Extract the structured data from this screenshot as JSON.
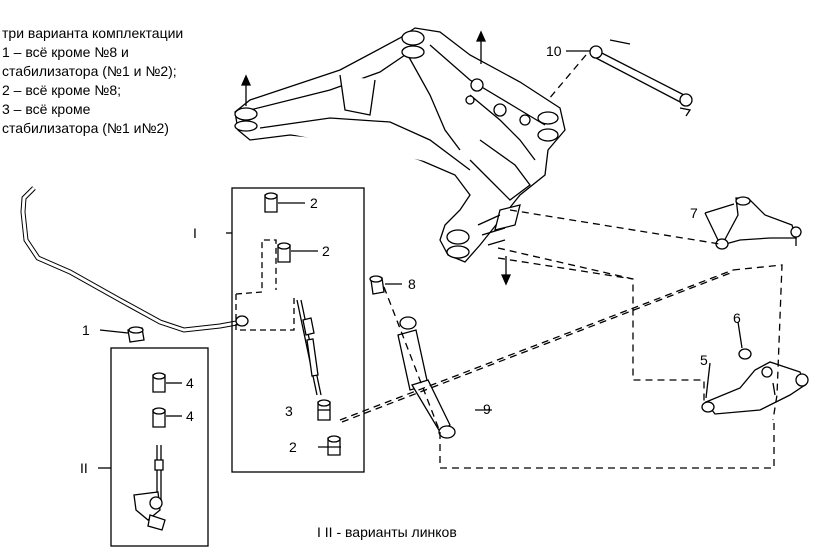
{
  "legend": {
    "lines": [
      "три варианта комплектации",
      "1 – всё кроме №8 и",
      "стабилизатора (№1 и №2);",
      "2 – всё кроме №8;",
      "3 – всё кроме",
      "стабилизатора (№1 и№2)"
    ]
  },
  "callouts": {
    "n1": "1",
    "n2a": "2",
    "n2b": "2",
    "n2c": "2",
    "n3": "3",
    "n4a": "4",
    "n4b": "4",
    "n5": "5",
    "n6": "6",
    "n7": "7",
    "n8": "8",
    "n9": "9",
    "n10": "10",
    "roman1": "I",
    "roman2": "II"
  },
  "caption": "I  II - варианты линков"
}
